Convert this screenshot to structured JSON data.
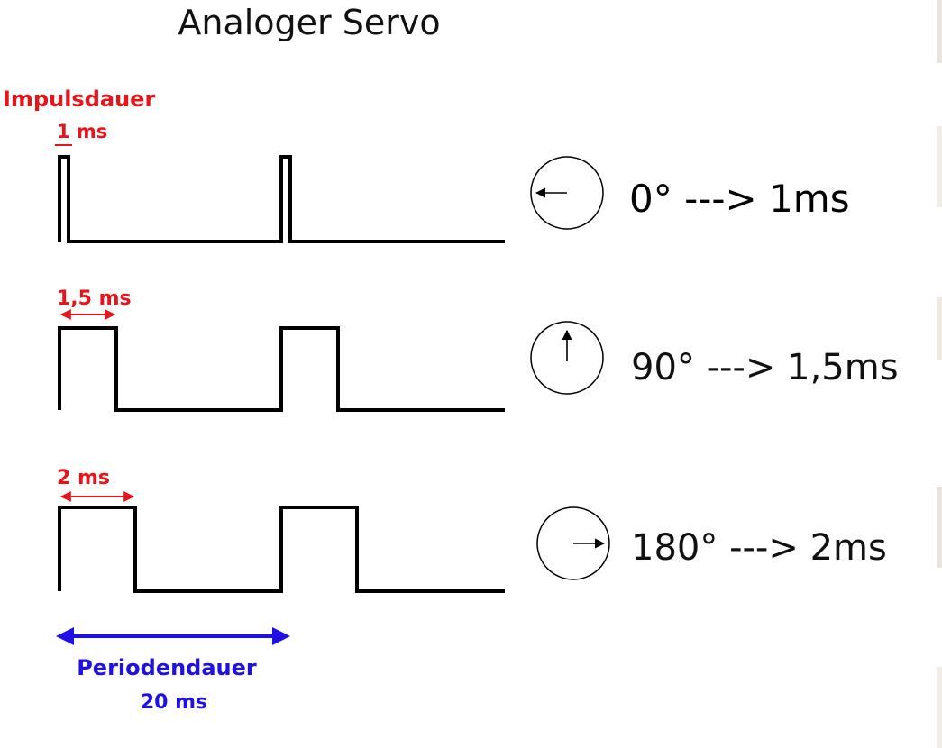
{
  "title": "Analoger Servo",
  "impulse_label": "Impulsdauer",
  "period_label": "Periodendauer",
  "period_value": "20 ms",
  "colors": {
    "signal": "#000000",
    "impulse": "#e8141b",
    "period": "#1f10e6",
    "text": "#111111"
  },
  "rows": [
    {
      "pulse_label": "1 ms",
      "pulse_ms": 1,
      "angle_deg": 0,
      "mapping": "0° ---> 1ms",
      "needle": "left-arrow-icon"
    },
    {
      "pulse_label": "1,5 ms",
      "pulse_ms": 1.5,
      "angle_deg": 90,
      "mapping": "90° ---> 1,5ms",
      "needle": "up-arrow-icon"
    },
    {
      "pulse_label": "2 ms",
      "pulse_ms": 2,
      "angle_deg": 180,
      "mapping": "180° ---> 2ms",
      "needle": "right-arrow-icon"
    }
  ]
}
